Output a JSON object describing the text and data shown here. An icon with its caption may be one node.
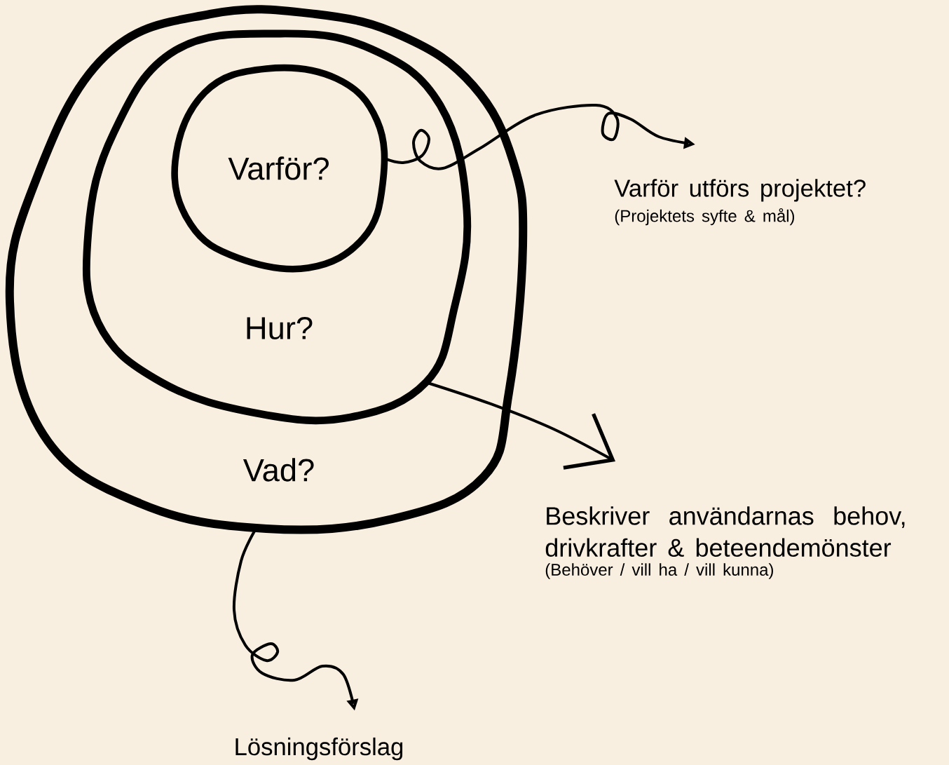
{
  "diagram": {
    "nodes": [
      {
        "text": [
          "Vad?"
        ]
      },
      {
        "text": [
          "Hur?"
        ],
        "in": 0
      },
      {
        "text": [
          "Varför?"
        ],
        "in": 1
      },
      {
        "text": [
          "Varför utförs projektet?",
          "(Projektets syfte & mål)"
        ]
      },
      {
        "text": [
          "Beskriver användarnas behov, drivkrafter & beteendemönster",
          "(Behöver / vill ha / vill kunna)"
        ]
      },
      {
        "text": [
          "Lösningsförslag"
        ]
      }
    ],
    "edges": [
      {
        "from": 2,
        "to": 3,
        "arrow": "to"
      },
      {
        "from": 1,
        "to": 4,
        "arrow": "to"
      },
      {
        "from": 0,
        "to": 5,
        "arrow": "to"
      }
    ]
  }
}
